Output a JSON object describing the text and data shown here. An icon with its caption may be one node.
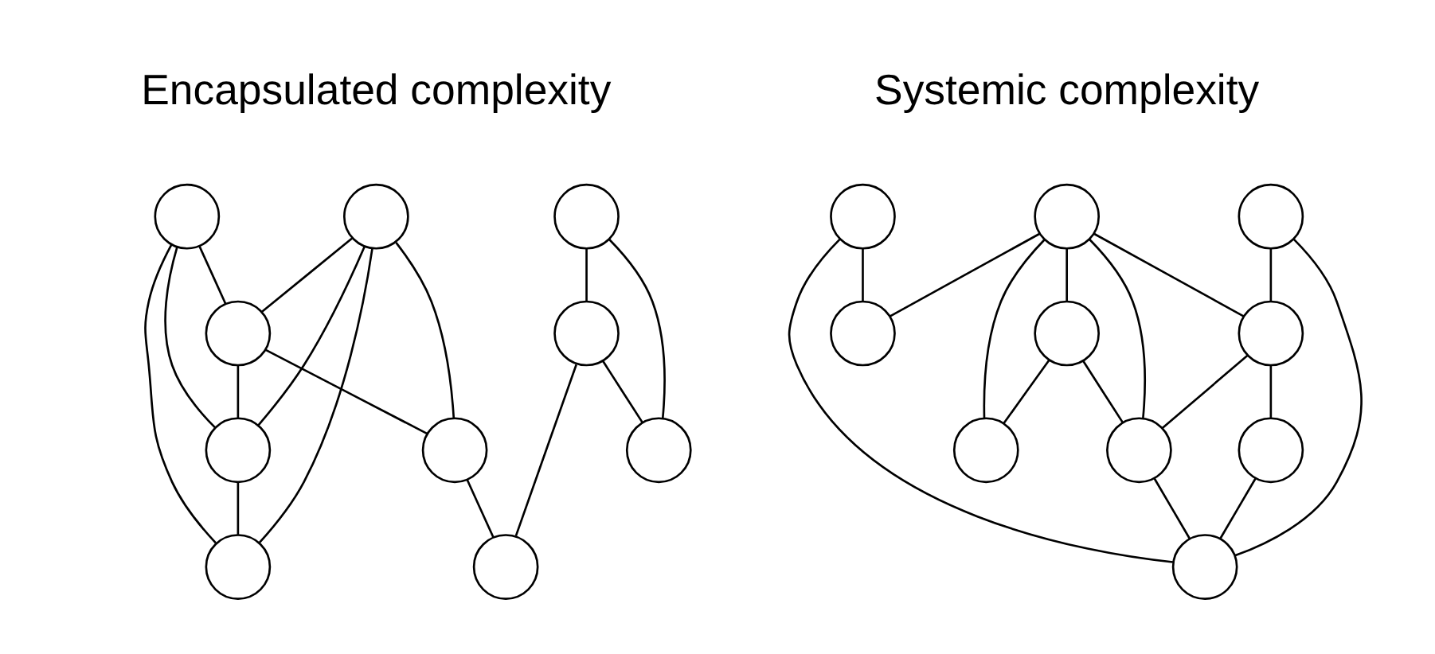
{
  "diagram": {
    "nodes": [
      {
        "text": [],
        "shape": "circle"
      },
      {
        "text": [],
        "shape": "circle"
      },
      {
        "text": [],
        "shape": "circle"
      },
      {
        "text": [],
        "shape": "circle"
      },
      {
        "text": [],
        "shape": "circle"
      },
      {
        "text": [],
        "shape": "circle"
      },
      {
        "text": [],
        "shape": "circle"
      },
      {
        "text": [],
        "shape": "circle"
      },
      {
        "text": [],
        "shape": "circle"
      },
      {
        "text": [],
        "shape": "circle"
      },
      {
        "text": [],
        "shape": "circle"
      },
      {
        "text": [],
        "shape": "circle"
      },
      {
        "text": [],
        "shape": "circle"
      },
      {
        "text": [],
        "shape": "circle"
      },
      {
        "text": [],
        "shape": "circle"
      },
      {
        "text": [],
        "shape": "circle"
      },
      {
        "text": [],
        "shape": "circle"
      },
      {
        "text": [],
        "shape": "circle"
      },
      {
        "text": [],
        "shape": "circle"
      },
      {
        "text": [],
        "shape": "circle"
      }
    ],
    "edges": [
      {
        "from": 0,
        "to": 2,
        "arrow": "none"
      },
      {
        "from": 0,
        "to": 3,
        "arrow": "none"
      },
      {
        "from": 0,
        "to": 4,
        "arrow": "none"
      },
      {
        "from": 1,
        "to": 2,
        "arrow": "none"
      },
      {
        "from": 1,
        "to": 3,
        "arrow": "none"
      },
      {
        "from": 1,
        "to": 4,
        "arrow": "none"
      },
      {
        "from": 1,
        "to": 5,
        "arrow": "none"
      },
      {
        "from": 2,
        "to": 3,
        "arrow": "none"
      },
      {
        "from": 2,
        "to": 5,
        "arrow": "none"
      },
      {
        "from": 3,
        "to": 4,
        "arrow": "none"
      },
      {
        "from": 5,
        "to": 9,
        "arrow": "none"
      },
      {
        "from": 6,
        "to": 7,
        "arrow": "none"
      },
      {
        "from": 6,
        "to": 8,
        "arrow": "none"
      },
      {
        "from": 7,
        "to": 8,
        "arrow": "none"
      },
      {
        "from": 7,
        "to": 9,
        "arrow": "none"
      },
      {
        "from": 10,
        "to": 17,
        "arrow": "none"
      },
      {
        "from": 10,
        "to": 19,
        "arrow": "none"
      },
      {
        "from": 11,
        "to": 12,
        "arrow": "none"
      },
      {
        "from": 11,
        "to": 14,
        "arrow": "none"
      },
      {
        "from": 11,
        "to": 15,
        "arrow": "none"
      },
      {
        "from": 11,
        "to": 16,
        "arrow": "none"
      },
      {
        "from": 11,
        "to": 17,
        "arrow": "none"
      },
      {
        "from": 12,
        "to": 15,
        "arrow": "none"
      },
      {
        "from": 12,
        "to": 16,
        "arrow": "none"
      },
      {
        "from": 13,
        "to": 14,
        "arrow": "none"
      },
      {
        "from": 13,
        "to": 19,
        "arrow": "none"
      },
      {
        "from": 14,
        "to": 15,
        "arrow": "none"
      },
      {
        "from": 14,
        "to": 18,
        "arrow": "none"
      },
      {
        "from": 15,
        "to": 19,
        "arrow": "none"
      },
      {
        "from": 18,
        "to": 19,
        "arrow": "none"
      }
    ],
    "labels": [
      "Encapsulated complexity",
      "Systemic complexity"
    ]
  }
}
